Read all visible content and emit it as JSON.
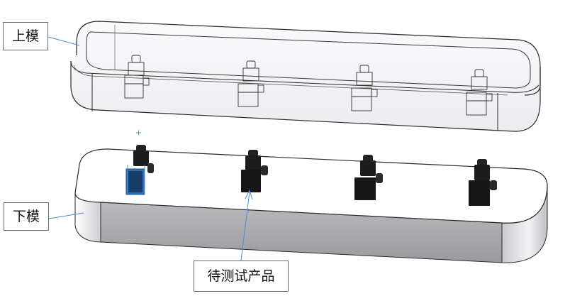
{
  "labels": {
    "upper_mold": "上模",
    "lower_mold": "下模",
    "product_under_test": "待测试产品"
  },
  "colors": {
    "background": "#ffffff",
    "mold_edge": "#2a2a2a",
    "upper_mold_fill": "#f3f3f6",
    "lower_mold_top": "#ffffff",
    "lower_mold_front": "#a8a8ad",
    "component_fill": "#1c1c1c",
    "selected_component": "#2d6fb5",
    "leader_line": "#4a8fd6"
  },
  "components_per_mold": 4
}
